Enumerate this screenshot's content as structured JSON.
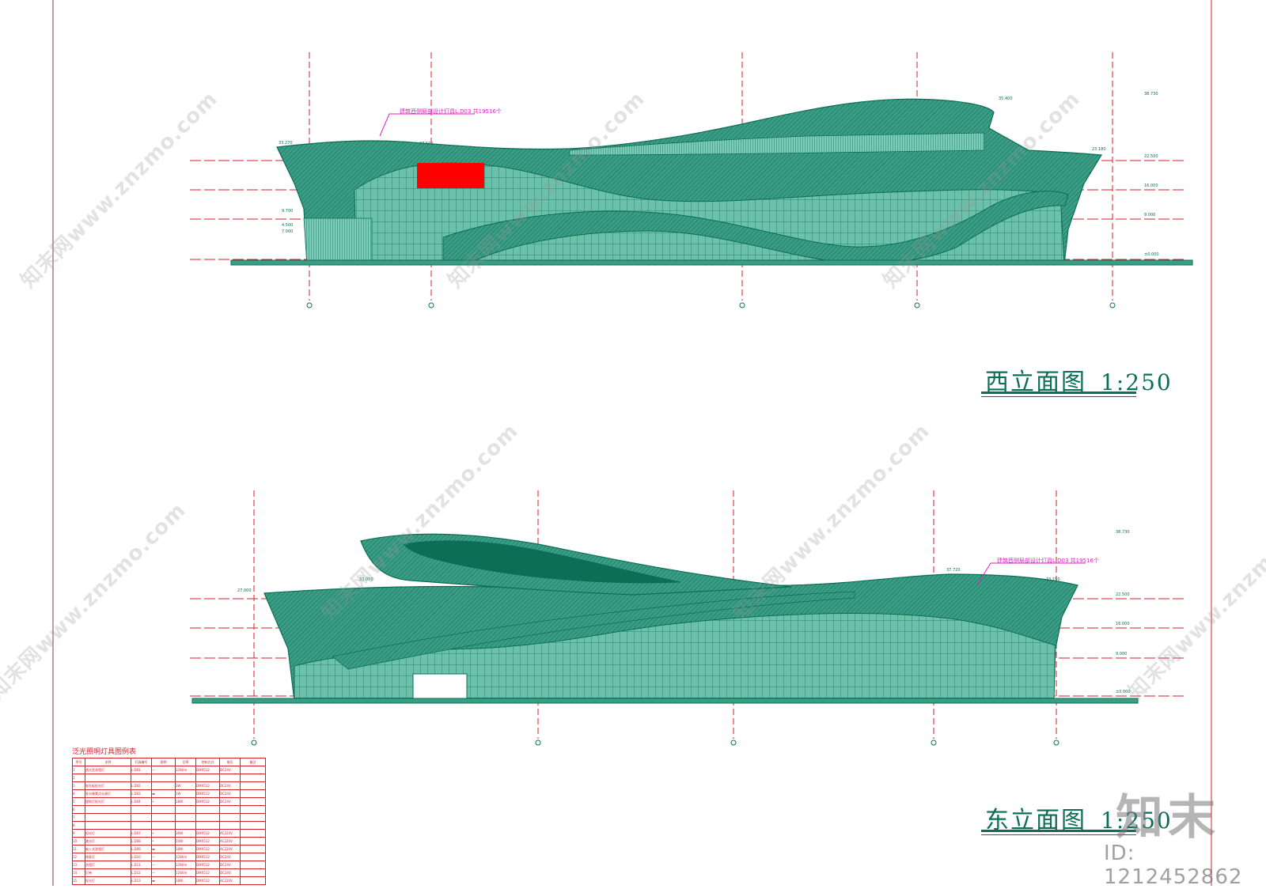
{
  "drawing": {
    "west_elevation": {
      "title": "西立面图",
      "scale": "1:250",
      "annotation": "建筑西侧局部设计灯具L.D03 共19516个",
      "highest_mark": "38.730",
      "level_marks": [
        "22.500",
        "16.000",
        "9.000",
        "±0.000"
      ],
      "elev_marks": [
        "33.270",
        "27.500",
        "35.400",
        "23.180",
        "9.700",
        "4.500",
        "7.000"
      ]
    },
    "east_elevation": {
      "title": "东立面图",
      "scale": "1:250",
      "annotation": "建筑西侧局部设计灯具L.D03 共19516个",
      "highest_mark": "38.730",
      "level_marks": [
        "22.500",
        "16.000",
        "9.000",
        "±0.000"
      ],
      "elev_marks": [
        "27.000",
        "33.000",
        "37.720",
        "33.150"
      ]
    },
    "legend": {
      "title": "泛光照明灯具图例表",
      "headers": [
        "序号",
        "名称",
        "灯具编号",
        "图例",
        "功率",
        "控制方式",
        "电压",
        "备注"
      ],
      "rows": [
        [
          "1",
          "透光型洗墙灯",
          "L.D01",
          "—",
          "12W/m",
          "DMX512",
          "DC24V",
          ""
        ],
        [
          "2",
          "",
          "",
          "",
          "",
          "",
          "",
          ""
        ],
        [
          "3",
          "穿孔板投光灯",
          "L.D02",
          "·",
          "3W",
          "DMX512",
          "DC24V",
          ""
        ],
        [
          "4",
          "发光像素点光源灯",
          "L.D03",
          "▬",
          "1W",
          "DMX512",
          "DC24V",
          ""
        ],
        [
          "5",
          "埋地灯投光灯",
          "L.D04",
          "•",
          "18W",
          "DMX512",
          "DC24V",
          ""
        ],
        [
          "6",
          "",
          "",
          "",
          "",
          "",
          "",
          ""
        ],
        [
          "7",
          "",
          "",
          "",
          "",
          "",
          "",
          ""
        ],
        [
          "8",
          "",
          "",
          "",
          "",
          "",
          "",
          ""
        ],
        [
          "9",
          "投光灯",
          "L.D07",
          "•",
          "36W",
          "DMX512",
          "AC220V",
          ""
        ],
        [
          "10",
          "激光灯",
          "L.D08",
          "•",
          "50W",
          "DMX512",
          "AC220V",
          ""
        ],
        [
          "11",
          "嵌入式洗墙灯",
          "L.D09",
          "▬",
          "18W",
          "DMX512",
          "AC220V",
          ""
        ],
        [
          "12",
          "线条灯",
          "L.D10",
          "—",
          "12W/m",
          "DMX512",
          "DC24V",
          ""
        ],
        [
          "13",
          "洗墙灯",
          "L.D11",
          "—",
          "12W/m",
          "DMX512",
          "DC24V",
          ""
        ],
        [
          "14",
          "灯带",
          "L.D12",
          "—",
          "12W/m",
          "DMX512",
          "DC24V",
          ""
        ],
        [
          "15",
          "投光灯",
          "L.D13",
          "▬",
          "18W",
          "DMX512",
          "AC220V",
          ""
        ]
      ]
    }
  },
  "branding": {
    "logo_text": "知末",
    "id_text": "ID: 1212452862",
    "watermark": "知末网www.znzmo.com"
  },
  "colors": {
    "facade_fill": "#3b9d85",
    "facade_line": "#0b6e55",
    "axis_red": "#d4212a",
    "highlight_red": "#ff0000",
    "annotation_magenta": "#e020c0"
  }
}
